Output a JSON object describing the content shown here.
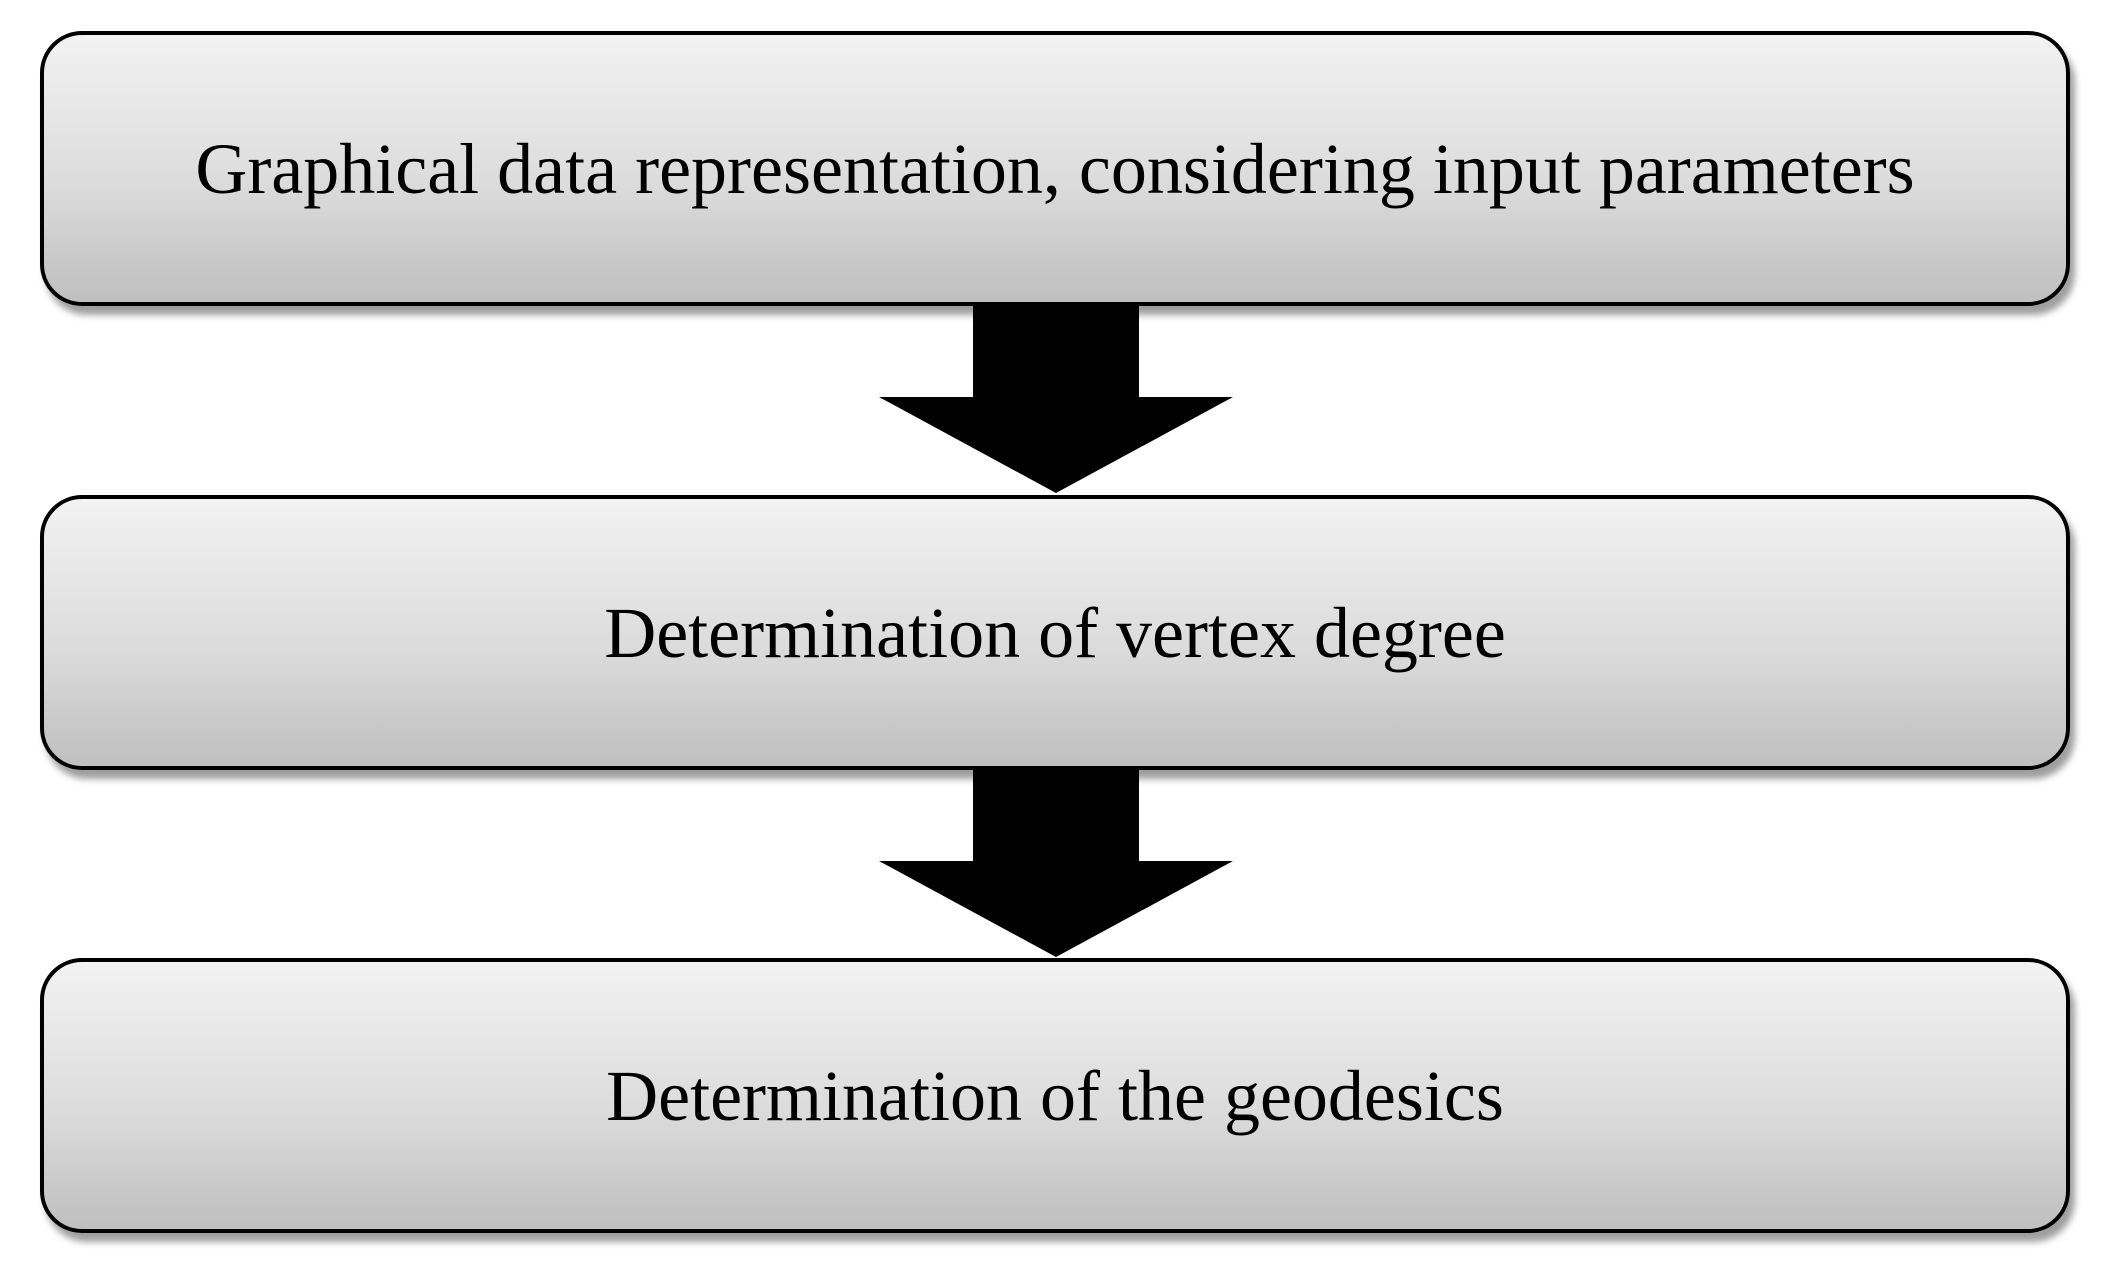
{
  "diagram": {
    "steps": [
      {
        "label": "Graphical data representation, considering input parameters"
      },
      {
        "label": "Determination of vertex degree"
      },
      {
        "label": "Determination of the geodesics"
      }
    ],
    "colors": {
      "box_fill_top": "#f2f2f2",
      "box_fill_bottom": "#bfbfbf",
      "box_border": "#000000",
      "arrow_fill": "#000000",
      "text": "#000000"
    }
  }
}
